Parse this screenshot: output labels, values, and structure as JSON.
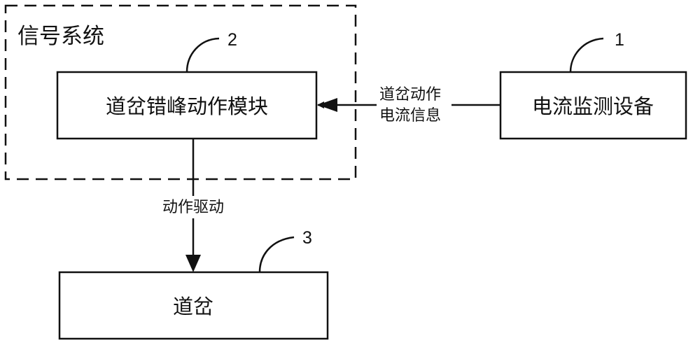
{
  "diagram": {
    "group": {
      "label": "信号系统",
      "style": "dashed"
    },
    "nodes": [
      {
        "id": "switch-staggered-action-module",
        "label": "道岔错峰动作模块",
        "ref": "2"
      },
      {
        "id": "current-monitoring-device",
        "label": "电流监测设备",
        "ref": "1"
      },
      {
        "id": "switch",
        "label": "道岔",
        "ref": "3"
      }
    ],
    "edges": [
      {
        "from": "current-monitoring-device",
        "to": "switch-staggered-action-module",
        "label_lines": [
          "道岔动作",
          "电流信息"
        ]
      },
      {
        "from": "switch-staggered-action-module",
        "to": "switch",
        "label": "动作驱动"
      }
    ],
    "colors": {
      "stroke": "#111111",
      "background": "#ffffff"
    }
  }
}
